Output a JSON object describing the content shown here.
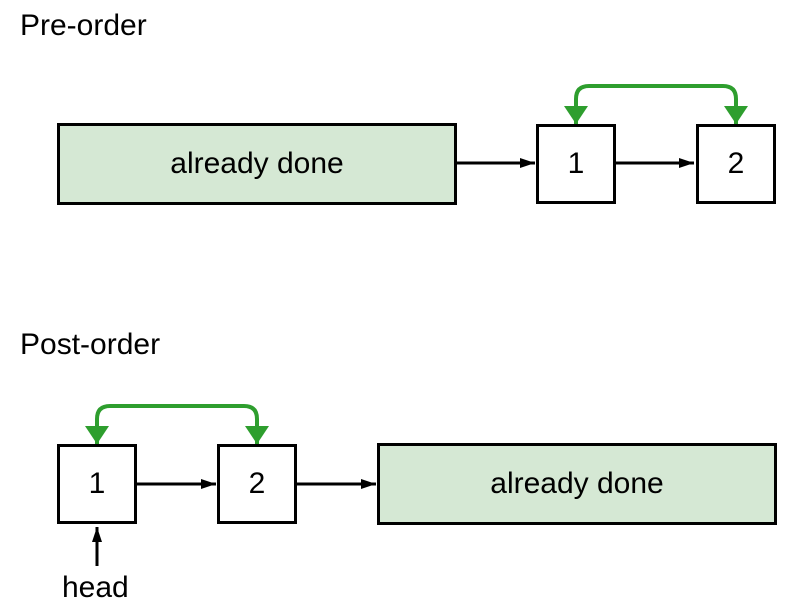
{
  "colors": {
    "bg": "#ffffff",
    "fill_green": "#d5e8d4",
    "fill_white": "#ffffff",
    "stroke": "#000000",
    "arrow_green": "#2e9e2e",
    "text": "#000000"
  },
  "pre_order": {
    "title": "Pre-order",
    "done_label": "already done",
    "node1": "1",
    "node2": "2"
  },
  "post_order": {
    "title": "Post-order",
    "node1": "1",
    "node2": "2",
    "done_label": "already done",
    "head_label": "head"
  }
}
